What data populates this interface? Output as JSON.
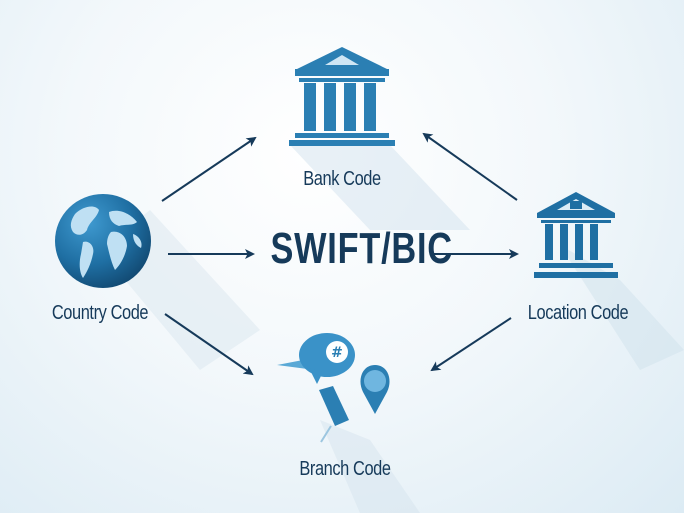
{
  "diagram": {
    "title": "SWIFT/BIC",
    "nodes": [
      {
        "id": "bank",
        "label": "Bank Code",
        "icon": "bank-building-icon"
      },
      {
        "id": "country",
        "label": "Country Code",
        "icon": "globe-icon"
      },
      {
        "id": "location",
        "label": "Location Code",
        "icon": "bank-building-icon"
      },
      {
        "id": "branch",
        "label": "Branch Code",
        "icon": "speech-bubble-hash-location-pin-icon"
      }
    ],
    "edges": [
      {
        "from": "country",
        "to": "bank"
      },
      {
        "from": "country",
        "to": "SWIFT/BIC"
      },
      {
        "from": "country",
        "to": "branch"
      },
      {
        "from": "location",
        "to": "bank"
      },
      {
        "from": "SWIFT/BIC",
        "to": "location"
      },
      {
        "from": "location",
        "to": "branch"
      }
    ],
    "colors": {
      "text": "#163a5a",
      "arrow": "#163a5a",
      "icon_primary": "#2b7fb3",
      "icon_light": "#5aa9d6",
      "icon_dark": "#1b5f8c",
      "background": "#eef5fa"
    },
    "branch_bubble_symbol": "#"
  }
}
